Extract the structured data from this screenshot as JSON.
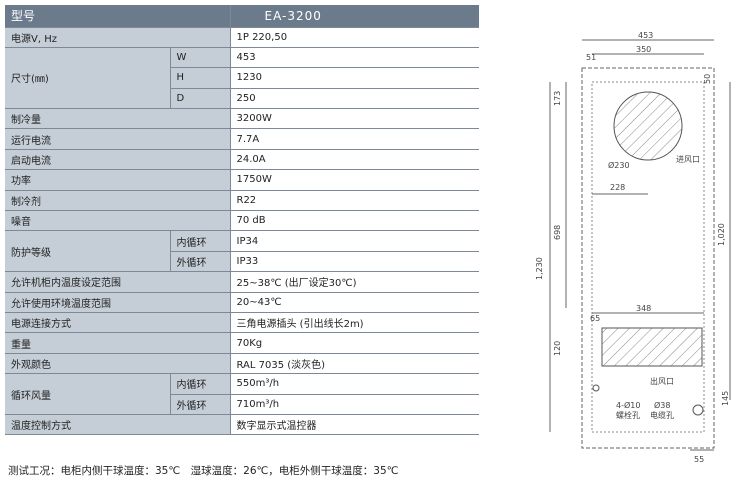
{
  "table": {
    "header": {
      "label": "型号",
      "model": "EA-3200"
    },
    "rows": [
      {
        "label": "电源V, Hz",
        "value": "1P 220,50"
      },
      {
        "label": "尺寸(㎜)",
        "subs": [
          {
            "k": "W",
            "v": "453"
          },
          {
            "k": "H",
            "v": "1230"
          },
          {
            "k": "D",
            "v": "250"
          }
        ]
      },
      {
        "label": "制冷量",
        "value": "3200W"
      },
      {
        "label": "运行电流",
        "value": "7.7A"
      },
      {
        "label": "启动电流",
        "value": "24.0A"
      },
      {
        "label": "功率",
        "value": "1750W"
      },
      {
        "label": "制冷剂",
        "value": "R22"
      },
      {
        "label": "噪音",
        "value": "70 dB"
      },
      {
        "label": "防护等级",
        "subs": [
          {
            "k": "内循环",
            "v": "IP34"
          },
          {
            "k": "外循环",
            "v": "IP33"
          }
        ]
      },
      {
        "label": "允许机柜内温度设定范围",
        "value": "25~38℃ (出厂设定30℃)"
      },
      {
        "label": "允许使用环境温度范围",
        "value": "20~43℃"
      },
      {
        "label": "电源连接方式",
        "value": "三角电源插头 (引出线长2m)"
      },
      {
        "label": "重量",
        "value": "70Kg"
      },
      {
        "label": "外观颜色",
        "value": "RAL 7035 (淡灰色)"
      },
      {
        "label": "循环风量",
        "subs": [
          {
            "k": "内循环",
            "v": "550m³/h"
          },
          {
            "k": "外循环",
            "v": "710m³/h"
          }
        ]
      },
      {
        "label": "温度控制方式",
        "value": "数字显示式温控器"
      }
    ]
  },
  "footnote": "测试工况：电柜内侧干球温度：35℃　湿球温度：26℃，电柜外侧干球温度：35℃",
  "diagram": {
    "dims": {
      "width": "453",
      "inner_width": "350",
      "left_offset": "51",
      "right_offset": "50",
      "top": "173",
      "mid": "698",
      "total_h": "1,230",
      "right_h": "1,020",
      "hole": "Ø230",
      "hole_dist": "228",
      "lower_w": "348",
      "lower_off": "65",
      "lower_h": "120",
      "bottom_h": "55",
      "right_bottom": "145"
    },
    "labels": {
      "inlet": "进风口",
      "outlet": "出风口",
      "bolt_holes": "4-Ø10",
      "bolt": "螺栓孔",
      "cable_dia": "Ø38",
      "cable": "电缆孔"
    }
  }
}
